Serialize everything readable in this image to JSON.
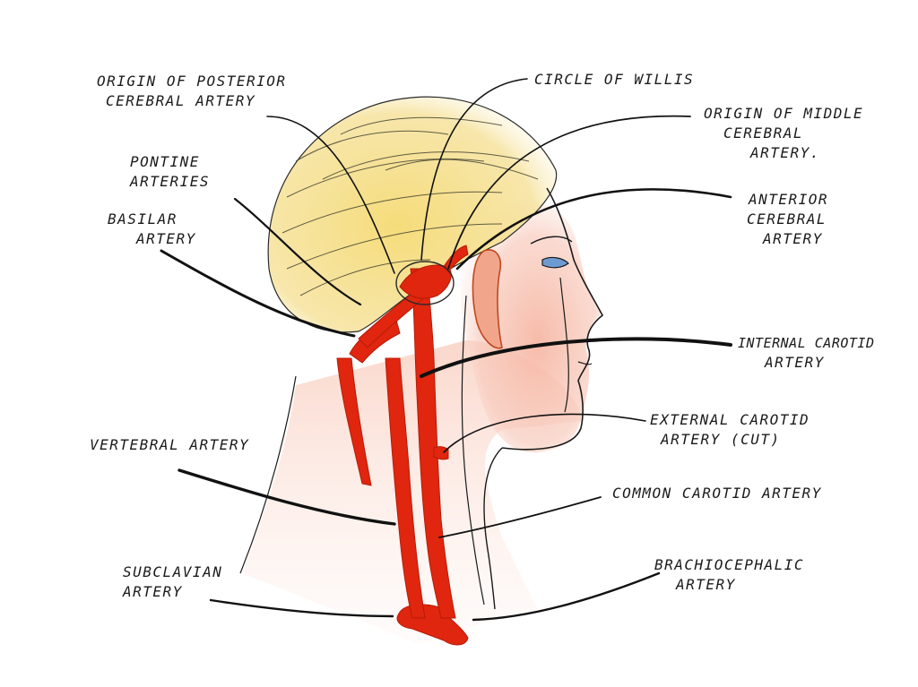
{
  "labels": {
    "posterior_cerebral": {
      "line1": "ORIGIN of POSTERIOR",
      "line2": "CEREBRAL ARTERY"
    },
    "circle_of_willis": {
      "line1": "CIRCLE of WILLIS"
    },
    "middle_cerebral": {
      "line1": "ORIGIN of MIDDLE",
      "line2": "CEREBRAL",
      "line3": "ARTERY."
    },
    "pontine": {
      "line1": "PONTINE",
      "line2": "ARTERIES"
    },
    "anterior_cerebral": {
      "line1": "ANTERIOR",
      "line2": "CEREBRAL",
      "line3": "ARTERY"
    },
    "basilar": {
      "line1": "BASILAR",
      "line2": "ARTERY"
    },
    "internal_carotid": {
      "line1": "INTERNAL CAROTID",
      "line2": "ARTERY"
    },
    "external_carotid": {
      "line1": "EXTERNAL CAROTID",
      "line2": "ARTERY (CUT)"
    },
    "vertebral": {
      "line1": "VERTEBRAL ARTERY"
    },
    "common_carotid": {
      "line1": "COMMON CAROTID ARTERY"
    },
    "subclavian": {
      "line1": "SUBCLAVIAN",
      "line2": "ARTERY"
    },
    "brachiocephalic": {
      "line1": "BRACHIOCEPHALIC",
      "line2": "ARTERY"
    }
  },
  "colors": {
    "artery": "#e0260f",
    "skin": "#f4b3a0",
    "hair": "#f2cf55",
    "ink": "#1a1a1a"
  }
}
